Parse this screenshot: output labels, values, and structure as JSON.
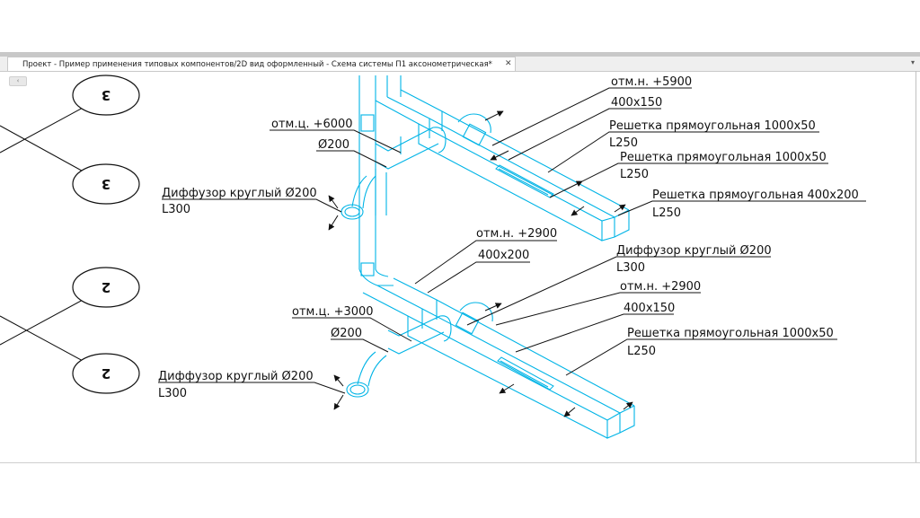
{
  "window": {
    "tab_title": "Проект - Пример применения типовых компонентов/2D вид оформленный - Схема системы П1 аксонометрическая*",
    "close_glyph": "✕",
    "menu_glyph": "▾",
    "mini_glyph": "‹"
  },
  "colors": {
    "duct": "#00b4e6",
    "ink": "#111111",
    "accent_bg": "#c8c8c8"
  },
  "markers": [
    "3",
    "3",
    "2",
    "2"
  ],
  "labels_upper": {
    "elev_top": "отм.н. +5900",
    "duct_size_1": "400x150",
    "grille_1": "Решетка прямоугольная 1000x50",
    "grille_1_len": "L250",
    "grille_2": "Решетка прямоугольная 1000x50",
    "grille_2_len": "L250",
    "grille_3": "Решетка прямоугольная 400x200",
    "grille_3_len": "L250",
    "elev_riser": "отм.ц. +6000",
    "pipe_dia": "Ø200",
    "diffuser": "Диффузор круглый Ø200",
    "diffuser_len": "L300"
  },
  "labels_middle": {
    "elev": "отм.н. +2900",
    "duct_size": "400x200",
    "diffuser": "Диффузор круглый Ø200",
    "diffuser_len": "L300"
  },
  "labels_lower": {
    "elev_top": "отм.н. +2900",
    "duct_size": "400x150",
    "grille": "Решетка прямоугольная 1000x50",
    "grille_len": "L250",
    "elev_riser": "отм.ц. +3000",
    "pipe_dia": "Ø200",
    "diffuser": "Диффузор круглый Ø200",
    "diffuser_len": "L300"
  }
}
